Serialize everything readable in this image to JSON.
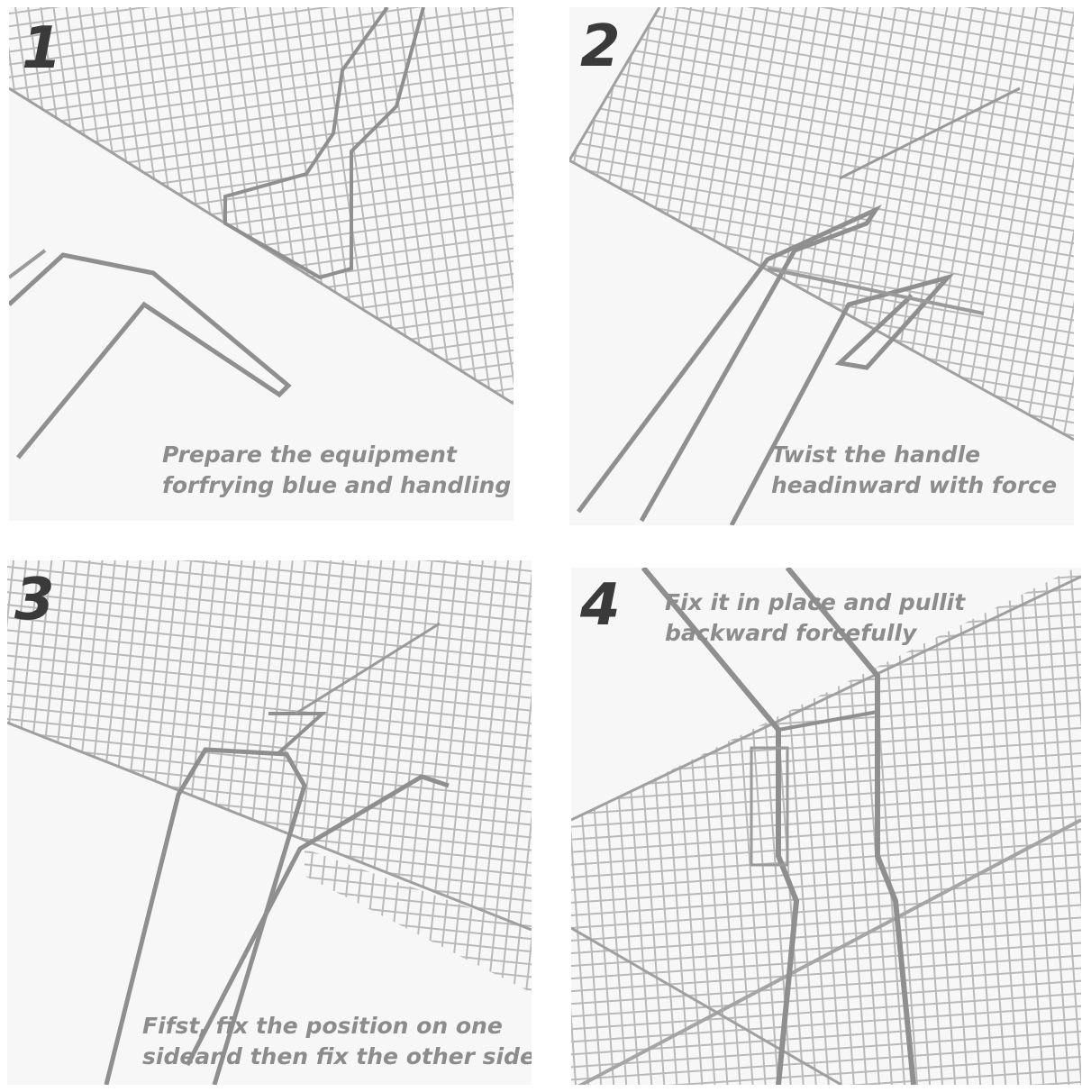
{
  "steps": [
    {
      "number": "1",
      "caption_line1": "Prepare the equipment",
      "caption_line2": "forfrying blue and handling"
    },
    {
      "number": "2",
      "caption_line1": "Twist the handle",
      "caption_line2": "headinward with force"
    },
    {
      "number": "3",
      "caption_line1": "Fifst, fix the position on one",
      "caption_line2": "sideand then fix the other side"
    },
    {
      "number": "4",
      "caption_line1": "Fix it in place and pullit",
      "caption_line2": "backward forcefully"
    }
  ],
  "colors": {
    "mesh": "#b9b9b9",
    "wire": "#8f8f8f",
    "number": "#3a3a3a",
    "caption": "#8c8c8c"
  },
  "icons": [
    "basket-mesh-photo",
    "handle-wire-photo"
  ]
}
